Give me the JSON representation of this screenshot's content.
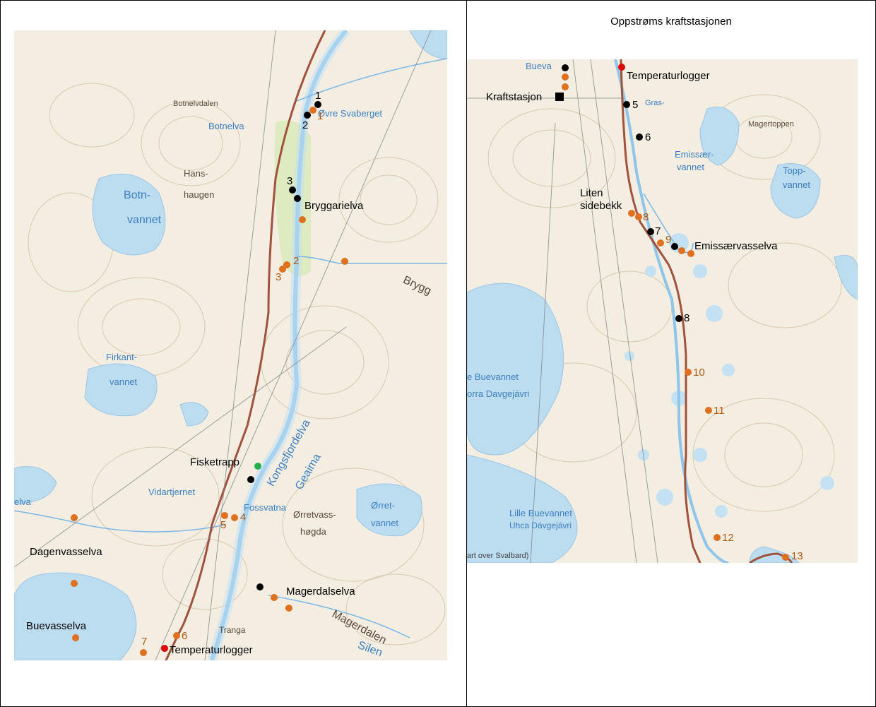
{
  "right_panel": {
    "title": "Oppstrøms kraftstasjonen"
  },
  "left_map": {
    "labels": {
      "bryggarielva": "Bryggarielva",
      "fisketrapp": "Fisketrapp",
      "dagenvasselva": "Dagenvasselva",
      "magerdalselva": "Magerdalselva",
      "buevasselva": "Buevasselva",
      "temperaturlogger": "Temperaturlogger"
    },
    "numbers": {
      "b1": "1",
      "b2": "2",
      "b3": "3",
      "b5": "5",
      "o1": "1",
      "o2": "2",
      "o3": "3",
      "o4": "4",
      "o6": "6",
      "o7": "7"
    },
    "map_text": {
      "botnelvdalen": "Botnelvdalen",
      "botnelva": "Botnelva",
      "ovre_svaberget": "Øvre Svaberget",
      "hans": "Hans-",
      "haugen": "haugen",
      "botn": "Botn-",
      "vannet": "vannet",
      "firkant": "Firkant-",
      "firkant_vannet": "vannet",
      "vidartjernet": "Vidartjernet",
      "fossvatna": "Fossvatna",
      "orretvass": "Ørretvass-",
      "hogda": "høgda",
      "orret": "Ørret-",
      "orret_vannet": "vannet",
      "kongsfjordelva": "Kongsfjordelva",
      "geaima": "Geaima",
      "brygg": "Brygg",
      "magerdalen": "Magerdalen",
      "elva": "elva",
      "tranga": "Tranga",
      "sila": "Silen"
    }
  },
  "right_map": {
    "labels": {
      "temperaturlogger": "Temperaturlogger",
      "kraftstasjon": "Kraftstasjon",
      "liten": "Liten",
      "sidebekk": "sidebekk",
      "emissaervasselva": "Emissærvasselva"
    },
    "numbers": {
      "b5": "5",
      "b6": "6",
      "b7": "7",
      "b8": "8",
      "o8": "8",
      "o9": "9",
      "o10": "10",
      "o11": "11",
      "o12": "12",
      "o13": "13"
    },
    "map_text": {
      "buevannet": "e Buevannet",
      "davgejavri": "orra Davgejávri",
      "lille_buevannet": "Lille Buevannet",
      "uhca": "Uhca Dávgejávri",
      "emissar": "Emissær-",
      "emissar_vannet": "vannet",
      "topp": "Topp-",
      "topp_vannet": "vannet",
      "magertoppen": "Magertoppen",
      "credit": "art over Svalbard)",
      "gras": "Gras-",
      "bueva": "Bueva"
    }
  }
}
